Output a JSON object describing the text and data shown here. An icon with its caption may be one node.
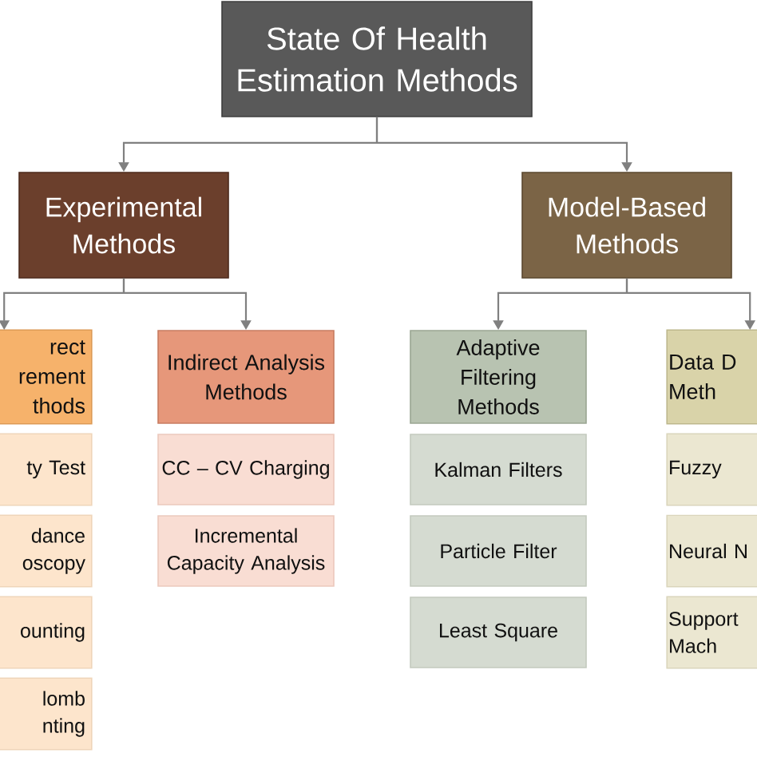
{
  "diagram": {
    "nodes": [
      {
        "text": [
          "State Of Health Estimation Methods"
        ]
      },
      {
        "text": [
          "Experimental Methods"
        ]
      },
      {
        "text": [
          "Model-Based Methods"
        ]
      },
      {
        "text": [
          "rect rement thods"
        ]
      },
      {
        "text": [
          "Indirect Analysis Methods"
        ]
      },
      {
        "text": [
          "Adaptive Filtering Methods"
        ]
      },
      {
        "text": [
          "Data D Meth"
        ]
      },
      {
        "text": [
          "ty Test"
        ]
      },
      {
        "text": [
          "dance oscopy"
        ]
      },
      {
        "text": [
          "ounting"
        ]
      },
      {
        "text": [
          "lomb nting"
        ]
      },
      {
        "text": [
          "CC – CV Charging"
        ]
      },
      {
        "text": [
          "Incremental Capacity Analysis"
        ]
      },
      {
        "text": [
          "Kalman Filters"
        ]
      },
      {
        "text": [
          "Particle Filter"
        ]
      },
      {
        "text": [
          "Least Square"
        ]
      },
      {
        "text": [
          "Fuzzy"
        ]
      },
      {
        "text": [
          "Neural N"
        ]
      },
      {
        "text": [
          "Support Mach"
        ]
      }
    ],
    "edges": [
      {
        "from": 0,
        "to": 1,
        "arrow": "to"
      },
      {
        "from": 0,
        "to": 2,
        "arrow": "to"
      },
      {
        "from": 1,
        "to": 3,
        "arrow": "to"
      },
      {
        "from": 1,
        "to": 4,
        "arrow": "to"
      },
      {
        "from": 2,
        "to": 5,
        "arrow": "to"
      },
      {
        "from": 2,
        "to": 6,
        "arrow": "to"
      }
    ]
  }
}
